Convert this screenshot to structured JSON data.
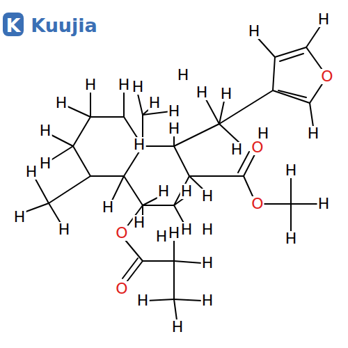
{
  "diagram": {
    "labels": [
      "K",
      "Kuujia",
      "H",
      "H",
      "O",
      "H",
      "H",
      "H",
      "H",
      "H",
      "H",
      "O",
      "H",
      "H",
      "H",
      "H",
      "H",
      "H",
      "H",
      "H",
      "H",
      "H",
      "H",
      "H",
      "H",
      "H",
      "H",
      "H",
      "H",
      "H",
      "H",
      "H",
      "H",
      "H",
      "O",
      "O",
      "H",
      "H",
      "H",
      "H",
      "O",
      "H",
      "H",
      "H"
    ]
  }
}
